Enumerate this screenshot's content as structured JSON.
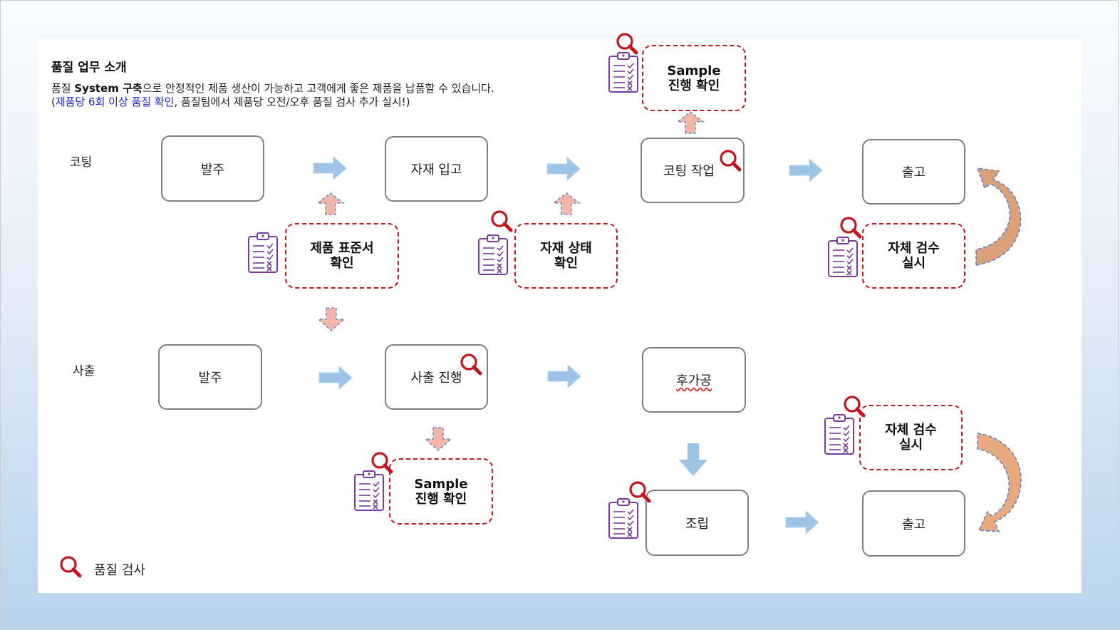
{
  "header": {
    "title": "품질 업무 소개",
    "desc_pre": "품질 ",
    "desc_bold": "System 구축",
    "desc_post": "으로 안정적인 제품 생산이 가능하고 고객에게 좋은 제품을 납품할 수 있습니다.",
    "note_open": "(",
    "note_blue": "제품당 6회 이상 품질 확인",
    "note_rest": ", 품질팀에서 제품당 오전/오후 품질 검사 추가 실시!)"
  },
  "rows": {
    "coating": "코팅",
    "injection": "사출"
  },
  "coating_flow": {
    "order": "발주",
    "material_in": "자재 입고",
    "coating_work": "코팅 작업",
    "ship": "출고"
  },
  "coating_checks": {
    "standard_line1": "제품 표준서",
    "standard_line2": "확인",
    "material_line1": "자재 상태",
    "material_line2": "확인",
    "sample_line1": "Sample",
    "sample_line2": "진행 확인",
    "self_line1": "자체 검수",
    "self_line2": "실시"
  },
  "injection_flow": {
    "order": "발주",
    "injection_run": "사출 진행",
    "post_process": "후가공",
    "assembly": "조립",
    "ship": "출고"
  },
  "injection_checks": {
    "sample_line1": "Sample",
    "sample_line2": "진행 확인",
    "self_line1": "자체 검수",
    "self_line2": "실시"
  },
  "legend": {
    "label": "품질 검사",
    "icon": "magnifier-icon"
  },
  "colors": {
    "flow_arrow": "#9dc3e6",
    "check_arrow": "#f4b6a6",
    "dashed_border": "#c0161d",
    "magnifier": "#c0161d",
    "clipboard": "#7a3a9e",
    "curve_arrow": "#f4b183"
  }
}
